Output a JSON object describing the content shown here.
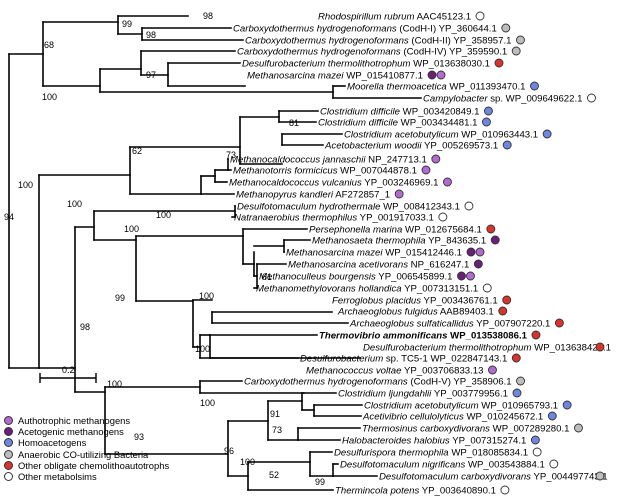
{
  "colors": {
    "autotrophic": "#b36ad1",
    "acetogenic": "#6c1f7a",
    "homoacetogen": "#6f86e0",
    "anaerobic_co": "#bdbdbd",
    "chemolitho": "#d9342b",
    "other": "#ffffff"
  },
  "scale_bar": {
    "label": "0.2"
  },
  "bootstraps": [
    "98",
    "99",
    "98",
    "68",
    "97",
    "100",
    "100",
    "81",
    "62",
    "73",
    "100",
    "94",
    "100",
    "61",
    "100",
    "98",
    "99",
    "100",
    "100",
    "100",
    "93",
    "100",
    "91",
    "73",
    "100",
    "96",
    "52",
    "99"
  ],
  "leaves": [
    {
      "sp": "Rhodospirillum rubrum",
      "acc": " AAC45123.1",
      "color": "other"
    },
    {
      "sp": "Carboxydothermus hydrogenoformans",
      "acc": " (CodH-I) YP_360644.1",
      "color": "anaerobic_co"
    },
    {
      "sp": "Carboxydothermus hydrogenoformans",
      "acc": " (CodH-II) YP_358957.1",
      "color": "anaerobic_co"
    },
    {
      "sp": "Carboxydothermus hydrogenoformans",
      "acc": " (CodH-IV) YP_359590.1",
      "color": "anaerobic_co"
    },
    {
      "sp": "Desulfurobacterium thermolithotrophum",
      "acc": " WP_013638030.1",
      "color": "chemolitho"
    },
    {
      "sp": "Methanosarcina mazei",
      "acc": " WP_015410877.1",
      "color": "acetogenic",
      "color2": "autotrophic"
    },
    {
      "sp": "Moorella thermoacetica",
      "acc": " WP_011393470.1",
      "color": "homoacetogen"
    },
    {
      "sp": "Campylobacter",
      "acc": " sp. WP_009649622.1",
      "color": "other"
    },
    {
      "sp": "Clostridium difficile",
      "acc": " WP_003420849.1",
      "color": "homoacetogen"
    },
    {
      "sp": "Clostridium difficile",
      "acc": " WP_003434481.1",
      "color": "homoacetogen"
    },
    {
      "sp": "Clostridium acetobutylicum",
      "acc": " WP_010963443.1",
      "color": "homoacetogen"
    },
    {
      "sp": "Acetobacterium woodii",
      "acc": " YP_005269573.1",
      "color": "homoacetogen"
    },
    {
      "sp": "Methanocaldococcus jannaschii",
      "acc": " NP_247713.1",
      "color": "autotrophic"
    },
    {
      "sp": "Methanotorris formicicus",
      "acc": " WP_007044878.1",
      "color": "autotrophic"
    },
    {
      "sp": "Methanocaldococcus vulcanius",
      "acc": " YP_003246969.1",
      "color": "autotrophic"
    },
    {
      "sp": "Methanopyrus kandleri",
      "acc": " AF272857_1",
      "color": "autotrophic"
    },
    {
      "sp": "Desulfotomaculum hydrothermale",
      "acc": " WP_008412343.1",
      "color": "other"
    },
    {
      "sp": "Natranaerobius thermophilus",
      "acc": " YP_001917033.1",
      "color": "other"
    },
    {
      "sp": "Persephonella marina",
      "acc": " WP_012675684.1",
      "color": "chemolitho"
    },
    {
      "sp": "Methanosaeta thermophila",
      "acc": " YP_843635.1",
      "color": "acetogenic"
    },
    {
      "sp": "Methanosarcina mazei",
      "acc": " WP_015412446.1",
      "color": "acetogenic",
      "color2": "autotrophic"
    },
    {
      "sp": "Methanosarcina acetivorans",
      "acc": " NP_616247.1",
      "color": "acetogenic"
    },
    {
      "sp": "Methanoculleus bourgensis",
      "acc": " YP_006545899.1",
      "color": "acetogenic",
      "color2": "autotrophic"
    },
    {
      "sp": "Methanomethylovorans hollandica",
      "acc": " YP_007313151.1",
      "color": "other"
    },
    {
      "sp": "Ferroglobus placidus",
      "acc": " YP_003436761.1",
      "color": "chemolitho"
    },
    {
      "sp": "Archaeoglobus fulgidus",
      "acc": " AAB89403.1",
      "color": "chemolitho"
    },
    {
      "sp": "Archaeoglobus sulfaticallidus",
      "acc": " YP_007907220.1",
      "color": "chemolitho"
    },
    {
      "sp": "Thermovibrio ammonificans",
      "acc": " WP_013538086.1",
      "color": "chemolitho",
      "bold": true
    },
    {
      "sp": "Desulfurobacterium thermolithotrophum",
      "acc": " WP_013638427.1",
      "color": "chemolitho"
    },
    {
      "sp": "Desulfurobacterium",
      "acc": " sp. TC5-1 WP_022847143.1",
      "color": "chemolitho"
    },
    {
      "sp": "Methanococcus voltae",
      "acc": " YP_003706833.13",
      "color": "autotrophic"
    },
    {
      "sp": "Carboxydothermus hydrogenoformans",
      "acc": " (CodH-V) YP_358906.1",
      "color": "anaerobic_co"
    },
    {
      "sp": "Clostridium ljungdahlii",
      "acc": " YP_003779956.1",
      "color": "homoacetogen"
    },
    {
      "sp": "Clostridium acetobutylicum",
      "acc": " WP_010965793.1",
      "color": "homoacetogen"
    },
    {
      "sp": "Acetivibrio cellulolyticus",
      "acc": " WP_010245672.1",
      "color": "homoacetogen"
    },
    {
      "sp": "Thermosinus carboxydivorans",
      "acc": " WP_007289280.1",
      "color": "anaerobic_co"
    },
    {
      "sp": "Halobacteroides halobius",
      "acc": " YP_007315274.1",
      "color": "homoacetogen"
    },
    {
      "sp": "Desulfurispora thermophila",
      "acc": " WP_018085834.1",
      "color": "other"
    },
    {
      "sp": "Desulfotomaculum nigrificans",
      "acc": " WP_003543884.1",
      "color": "other"
    },
    {
      "sp": "Desulfotomaculum carboxydivorans",
      "acc": " YP_004497743.1",
      "color": "anaerobic_co"
    },
    {
      "sp": "Thermincola potens",
      "acc": " YP_003640890.1",
      "color": "other"
    }
  ],
  "legend": [
    {
      "label": "Authotrophic methanogens",
      "color": "autotrophic"
    },
    {
      "label": "Acetogenic methanogens",
      "color": "acetogenic"
    },
    {
      "label": "Homoacetogens",
      "color": "homoacetogen"
    },
    {
      "label": "Anaerobic CO-utilizing Bacteria",
      "color": "anaerobic_co"
    },
    {
      "label": "Other obligate chemolithoautotrophs",
      "color": "chemolitho"
    },
    {
      "label": "Other metabolsims",
      "color": "other"
    }
  ]
}
